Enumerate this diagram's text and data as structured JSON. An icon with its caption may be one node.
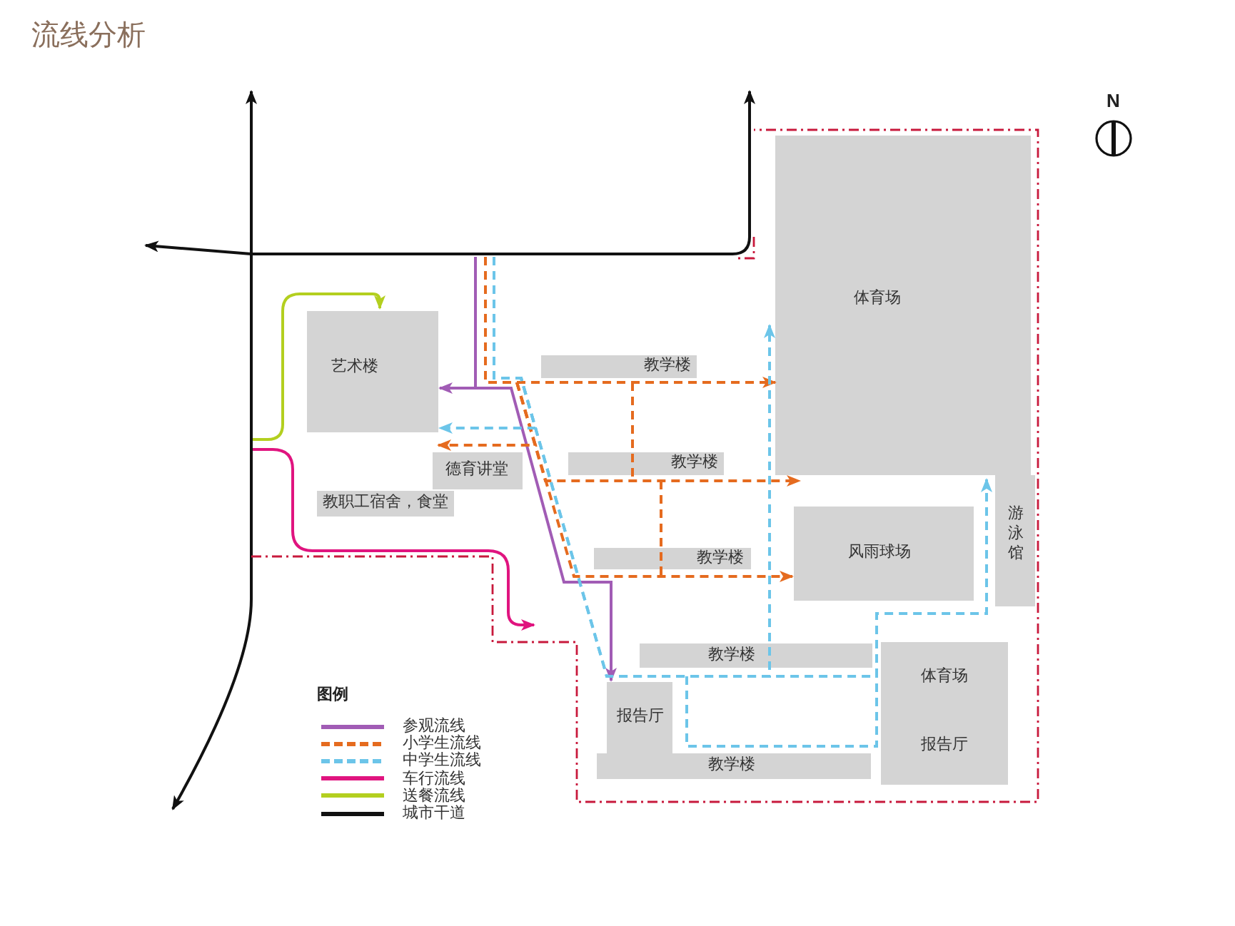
{
  "diagram": {
    "title": "流线分析",
    "nodes": [
      {
        "text": [
          "体育场"
        ]
      },
      {
        "text": [
          "艺术楼"
        ]
      },
      {
        "text": [
          "教学楼"
        ]
      },
      {
        "text": [
          "德育讲堂"
        ]
      },
      {
        "text": [
          "教学楼"
        ]
      },
      {
        "text": [
          "游泳馆"
        ]
      },
      {
        "text": [
          "教职工宿舍，食堂"
        ]
      },
      {
        "text": [
          "风雨球场"
        ]
      },
      {
        "text": [
          "教学楼"
        ]
      },
      {
        "text": [
          "教学楼"
        ]
      },
      {
        "text": [
          "体育场",
          "报告厅"
        ]
      },
      {
        "text": [
          "报告厅"
        ]
      },
      {
        "text": [
          "教学楼"
        ]
      }
    ],
    "edges": [
      {
        "from": null,
        "to": 1,
        "arrow": "to",
        "color": "#a15cb5"
      },
      {
        "from": null,
        "to": 11,
        "arrow": "to",
        "color": "#a15cb5"
      },
      {
        "from": null,
        "to": 0,
        "arrow": "to",
        "style": "dashed",
        "color": "#e56b1f"
      },
      {
        "from": null,
        "to": 3,
        "arrow": "to",
        "style": "dashed",
        "color": "#e56b1f"
      },
      {
        "from": null,
        "to": 0,
        "arrow": "to",
        "style": "dashed",
        "color": "#e56b1f"
      },
      {
        "from": null,
        "to": 7,
        "arrow": "to",
        "style": "dashed",
        "color": "#e56b1f"
      },
      {
        "from": null,
        "to": 1,
        "arrow": "to",
        "style": "dashed",
        "color": "#6cc5e9"
      },
      {
        "from": null,
        "to": 0,
        "arrow": "to",
        "style": "dashed",
        "color": "#6cc5e9"
      },
      {
        "from": null,
        "to": 0,
        "arrow": "to",
        "style": "dashed",
        "color": "#6cc5e9"
      },
      {
        "from": null,
        "to": 1,
        "arrow": "to",
        "color": "#b3cf1f"
      },
      {
        "from": 2,
        "to": 4,
        "arrow": "none",
        "style": "dashed",
        "color": "#e56b1f"
      },
      {
        "from": 4,
        "to": 8,
        "arrow": "none",
        "style": "dashed",
        "color": "#e56b1f"
      },
      {
        "from": 9,
        "to": 10,
        "arrow": "none",
        "style": "dashed",
        "color": "#6cc5e9"
      }
    ],
    "labels": [
      "N",
      "图例"
    ],
    "legend": [
      {
        "text": "参观流线"
      },
      {
        "text": "小学生流线"
      },
      {
        "text": "中学生流线"
      },
      {
        "text": "车行流线"
      },
      {
        "text": "送餐流线"
      },
      {
        "text": "城市干道"
      }
    ]
  }
}
